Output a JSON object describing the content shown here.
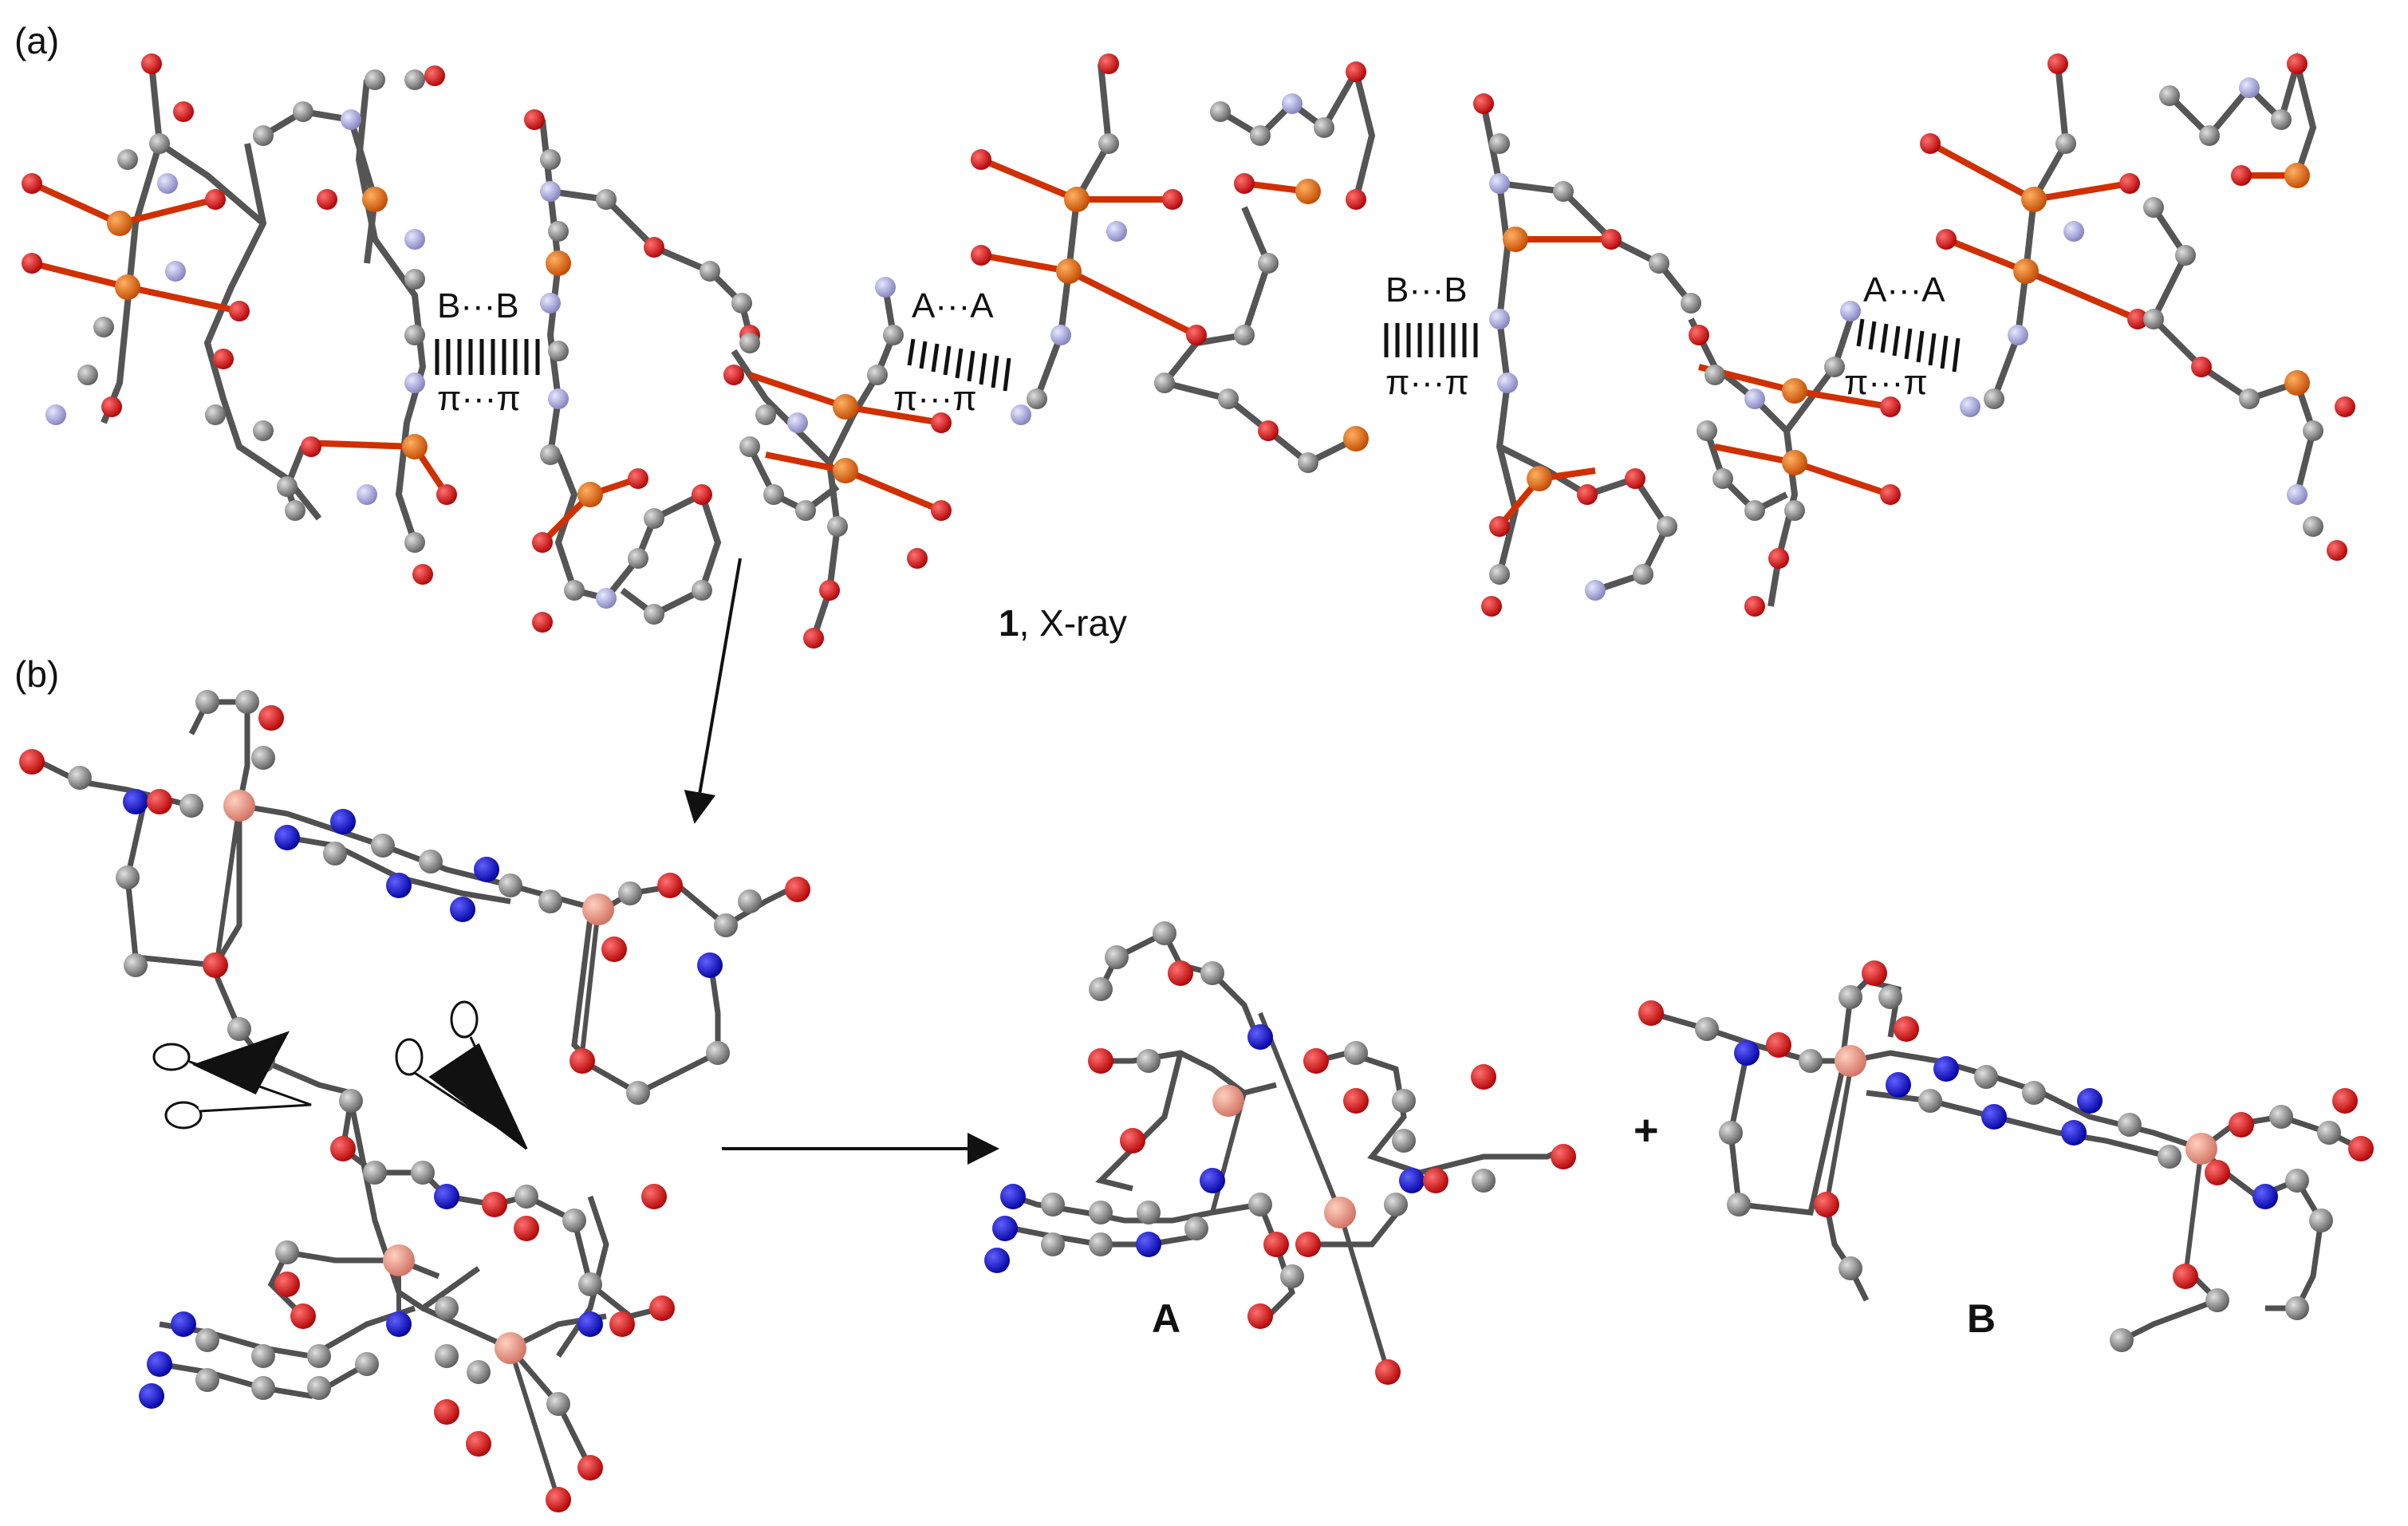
{
  "figure": {
    "panel_a_label": "(a)",
    "panel_b_label": "(b)",
    "caption_compound": "1",
    "caption_method": ", X-ray",
    "contacts": {
      "bb_1": "B···B",
      "pipi_1": "π···π",
      "aa_1": "A···A",
      "pipi_2": "π···π",
      "bb_2": "B···B",
      "pipi_3": "π···π",
      "aa_2": "A···A",
      "pipi_4": "π···π"
    },
    "fragment_a_label": "A",
    "fragment_b_label": "B",
    "plus_sign": "+"
  },
  "colors": {
    "carbon": "#808080",
    "oxygen": "#e00000",
    "nitrogen_a": "#a8a8e0",
    "nitrogen_b": "#1010d0",
    "copper_a": "#e06a10",
    "copper_b": "#f0907a",
    "bond_a_cu": "#d03000",
    "bond": "#404040"
  }
}
